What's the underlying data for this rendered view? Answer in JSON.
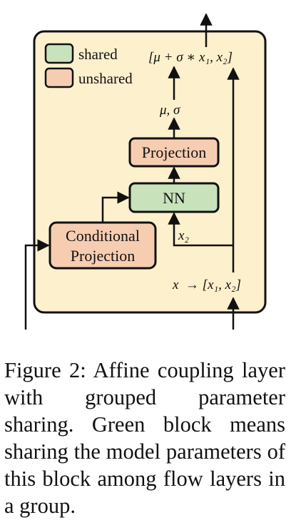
{
  "legend": {
    "shared_label": "shared",
    "unshared_label": "unshared"
  },
  "colors": {
    "panel_fill": "#fdf0cc",
    "shared_fill": "#c8e2bb",
    "unshared_fill": "#f7cdb2",
    "stroke": "#111111"
  },
  "nodes": {
    "projection": "Projection",
    "nn": "NN",
    "conditional_projection_line1": "Conditional",
    "conditional_projection_line2": "Projection"
  },
  "math_labels": {
    "output": "[μ + σ ∗ x₁, x₂]",
    "mu_sigma": "μ, σ",
    "x2": "x₂",
    "input": "x  → [x₁, x₂]"
  },
  "caption": "Figure 2: Affine coupling layer with grouped param­eter sharing. Green block means sharing the model pa­rameters of this block among flow layers in a group."
}
